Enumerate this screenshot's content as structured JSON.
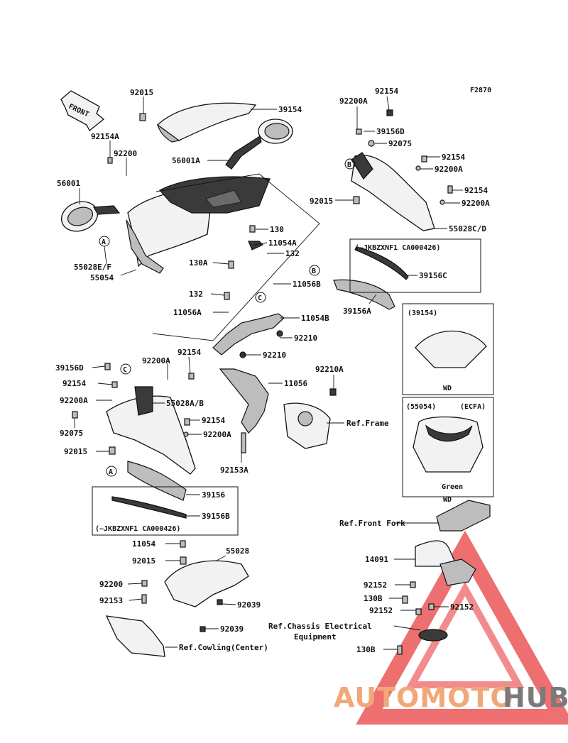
{
  "figure_code": "F2870",
  "front_arrow_label": "FRONT",
  "callouts": [
    "A",
    "B",
    "C"
  ],
  "labels": {
    "l92015_top": "92015",
    "l39154_top": "39154",
    "l92154A": "92154A",
    "l92200_top": "92200",
    "l56001A": "56001A",
    "l56001": "56001",
    "l55028EF": "55028E/F",
    "l55054": "55054",
    "l92015_mid": "92015",
    "l130": "130",
    "l11054A": "11054A",
    "l132_a": "132",
    "l130A": "130A",
    "l132_b": "132",
    "l11056B": "11056B",
    "l11056A": "11056A",
    "l11054B": "11054B",
    "l92210_a": "92210",
    "l92210_b": "92210",
    "l92154_r1": "92154",
    "l92200A_r1": "92200A",
    "l39156D_r": "39156D",
    "l92075_r": "92075",
    "l92154_r2": "92154",
    "l92200A_r2": "92200A",
    "l92154_r3": "92154",
    "l92200A_r3": "92200A",
    "l55028CD": "55028C/D",
    "l39156C": "39156C",
    "l39156A": "39156A",
    "l39156D_l": "39156D",
    "l92200A_l1": "92200A",
    "l92154_l1": "92154",
    "l92154_l2": "92154",
    "l92200A_l2": "92200A",
    "l55028AB": "55028A/B",
    "l92154_l3": "92154",
    "l92200A_l3": "92200A",
    "l92075_l": "92075",
    "l92015_l": "92015",
    "l11056": "11056",
    "l92210A": "92210A",
    "l92153A": "92153A",
    "l39156": "39156",
    "l39156B": "39156B",
    "l11054": "11054",
    "l55028": "55028",
    "l92015_b": "92015",
    "l92200_b": "92200",
    "l92153": "92153",
    "l92039_a": "92039",
    "l92039_b": "92039",
    "l14091": "14091",
    "l92152_a": "92152",
    "l130B_a": "130B",
    "l92152_b": "92152",
    "l92152_c": "92152",
    "l130B_b": "130B"
  },
  "refs": {
    "frame": "Ref.Frame",
    "front_fork": "Ref.Front Fork",
    "chassis_line1": "Ref.Chassis Electrical",
    "chassis_line2": "Equipment",
    "cowling_center": "Ref.Cowling(Center)"
  },
  "notes": {
    "note_right": "(~JKBZXNF1 CA000426)",
    "note_left": "(~JKBZXNF1 CA000426)"
  },
  "insets": {
    "windshield_part": "(39154)",
    "windshield_variant": "WD",
    "cowl_part": "(55054)",
    "cowl_region": "(ECFA)",
    "cowl_color": "Green",
    "cowl_variant": "WD"
  },
  "watermark": {
    "part1": "AUTOMOTO",
    "part2": "HUB",
    "color1": "#f0a878",
    "color2": "#7a7a7a",
    "triangle_color": "#e84040"
  }
}
